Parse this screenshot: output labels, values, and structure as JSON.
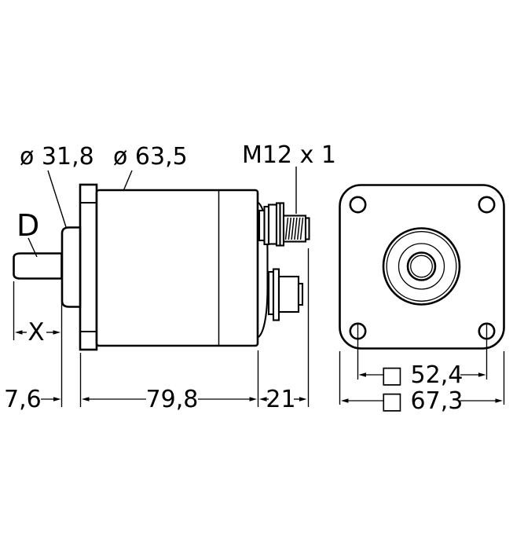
{
  "colors": {
    "line": "#000000",
    "background": "#ffffff"
  },
  "side_view": {
    "shaft_label": "D",
    "hub_diameter_label": "ø 31,8",
    "body_diameter_label": "ø 63,5",
    "connector_thread_label": "M12 x 1",
    "dim_shaft_length": "X",
    "dim_flange_to_hub": "7,6",
    "dim_housing_length": "79,8",
    "dim_connector_depth": "21"
  },
  "front_view": {
    "dim_hole_spacing": "□ 52,4",
    "dim_flange_size": "□ 67,3"
  }
}
